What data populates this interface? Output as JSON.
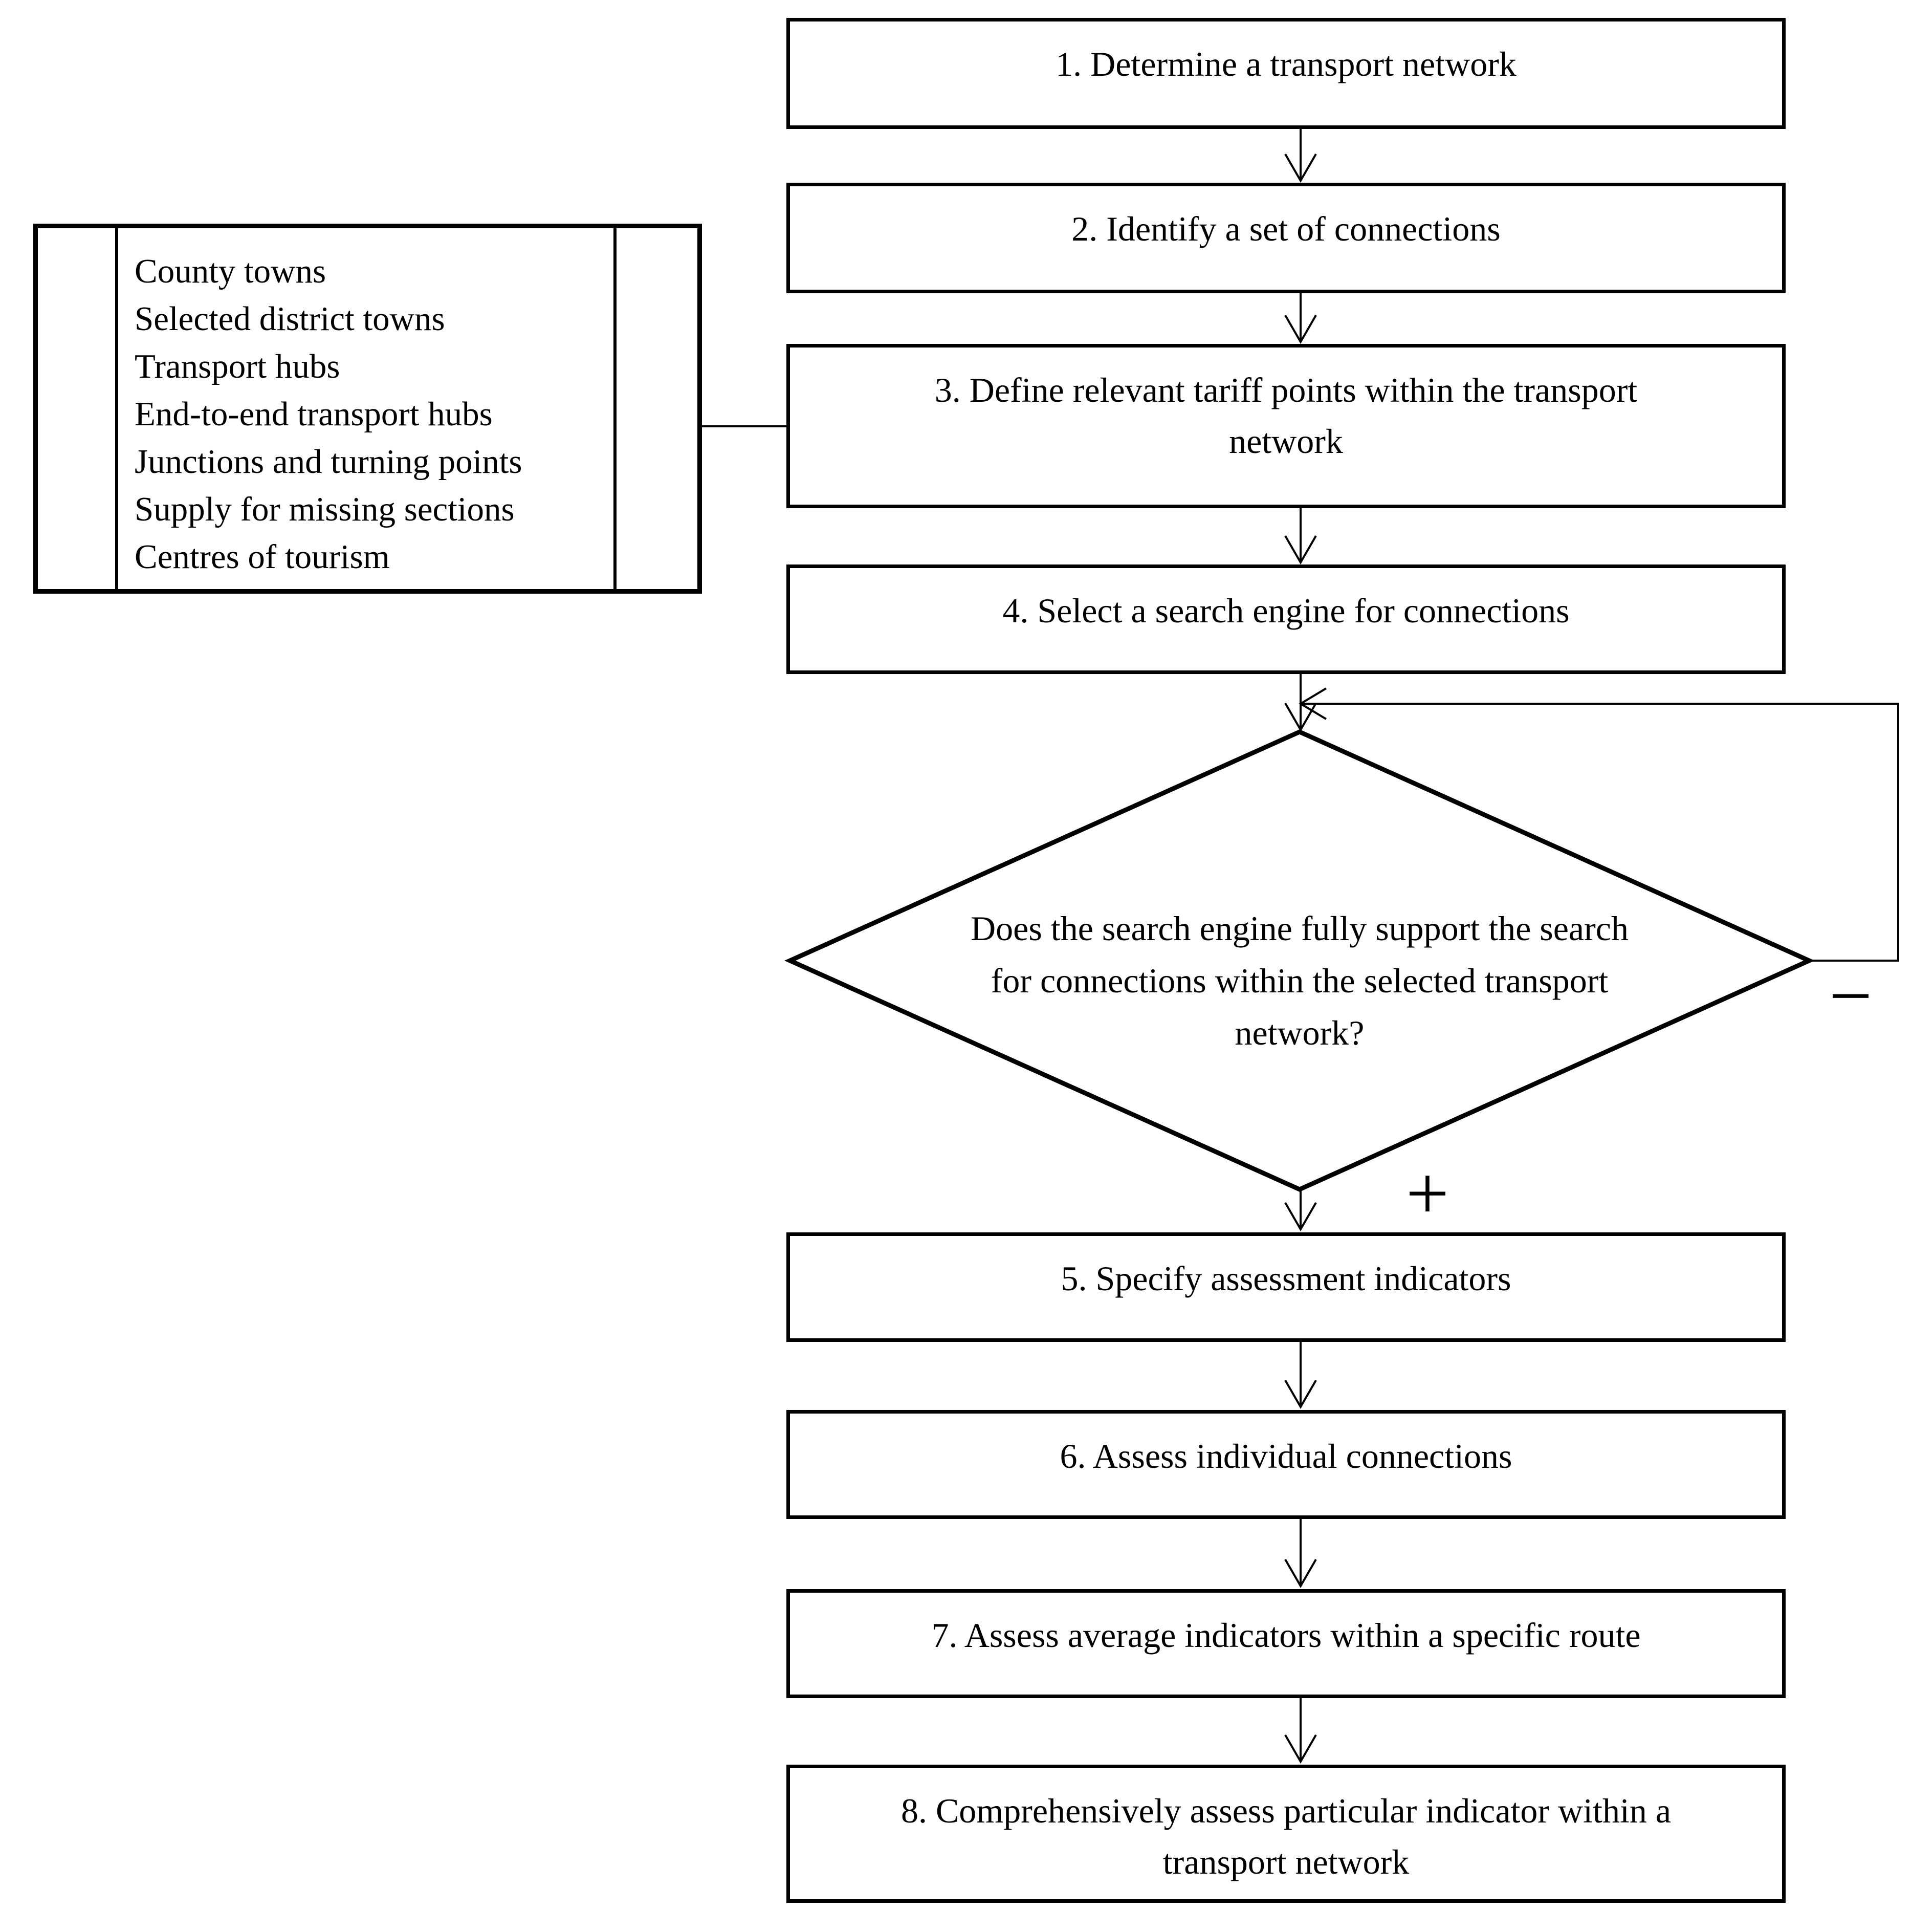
{
  "diagram": {
    "background": "#ffffff",
    "line_color": "#000000",
    "steps": [
      {
        "label": "1. Determine a transport network"
      },
      {
        "label": "2. Identify a set of connections"
      },
      {
        "label_lines": [
          "3. Define relevant tariff points within the transport",
          "network"
        ]
      },
      {
        "label": "4. Select a search engine for connections"
      },
      {
        "label": "5. Specify assessment indicators"
      },
      {
        "label": "6. Assess individual connections"
      },
      {
        "label": "7. Assess average indicators within a specific route"
      },
      {
        "label_lines": [
          "8. Comprehensively assess particular indicator within a",
          "transport network"
        ]
      }
    ],
    "decision": {
      "lines": [
        "Does the search engine fully support the search",
        "for connections within the selected transport",
        "network?"
      ]
    },
    "branch_labels": {
      "positive": "+",
      "negative": "−"
    },
    "side_list": {
      "items": [
        "County towns",
        "Selected district towns",
        "Transport hubs",
        "End-to-end transport hubs",
        "Junctions and turning points",
        "Supply for missing sections",
        "Centres of tourism"
      ]
    }
  }
}
